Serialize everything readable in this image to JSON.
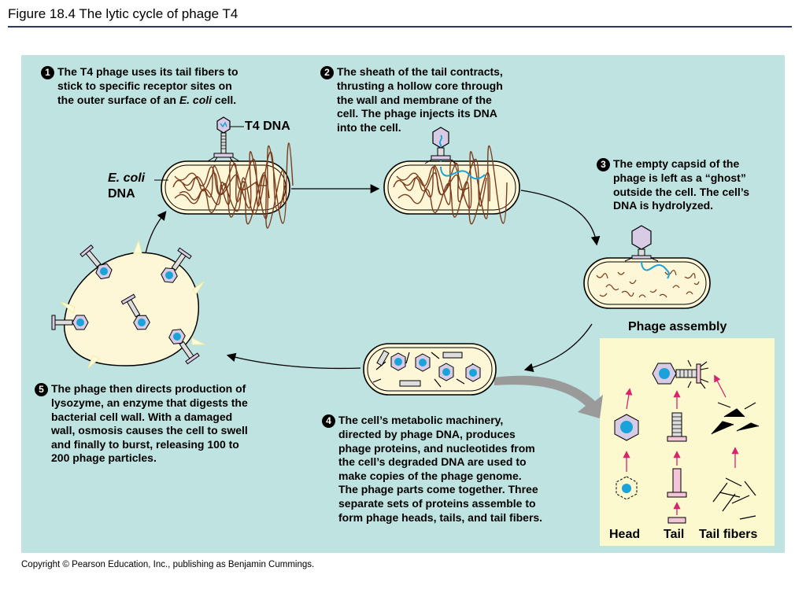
{
  "figure": {
    "title": "Figure 18.4  The lytic cycle of phage T4",
    "copyright": "Copyright © Pearson Education, Inc., publishing as Benjamin Cummings."
  },
  "steps": [
    {
      "num": "1",
      "lines": [
        "The T4 phage uses its tail fibers to",
        "stick to specific receptor sites on",
        "the outer surface of an E. coli cell."
      ]
    },
    {
      "num": "2",
      "lines": [
        "The sheath of the tail contracts,",
        "thrusting a hollow core through",
        "the wall and membrane of the",
        "cell. The phage injects its DNA",
        "into the cell."
      ]
    },
    {
      "num": "3",
      "lines": [
        "The empty capsid of the",
        "phage is left as a “ghost”",
        "outside the cell. The cell’s",
        "DNA is hydrolyzed."
      ]
    },
    {
      "num": "4",
      "lines": [
        "The cell’s metabolic machinery,",
        "directed by phage DNA, produces",
        "phage proteins, and nucleotides from",
        "the cell’s degraded DNA are used to",
        "make copies of the phage genome.",
        "The phage parts come together. Three",
        "separate sets of proteins assemble to",
        "form phage heads, tails, and tail fibers."
      ]
    },
    {
      "num": "5",
      "lines": [
        "The phage then directs production of",
        "lysozyme, an enzyme that digests the",
        "bacterial cell wall. With a damaged",
        "wall, osmosis causes the cell to swell",
        "and finally to burst, releasing 100 to",
        "200 phage particles."
      ]
    }
  ],
  "labels": {
    "t4_dna": "T4 DNA",
    "ecoli": "E. coli",
    "dna": "DNA",
    "phage_assembly": "Phage assembly",
    "head": "Head",
    "tail": "Tail",
    "tail_fibers": "Tail fibers"
  },
  "colors": {
    "panel": "#bfe3e1",
    "assembly_panel": "#fcf9cf",
    "cell_fill": "#fdf7d8",
    "ecoli_dna": "#7a3b1b",
    "phage_dna": "#1aa3d9",
    "capsid": "#d8cbe5",
    "assembly_arrow": "#d6246e"
  }
}
